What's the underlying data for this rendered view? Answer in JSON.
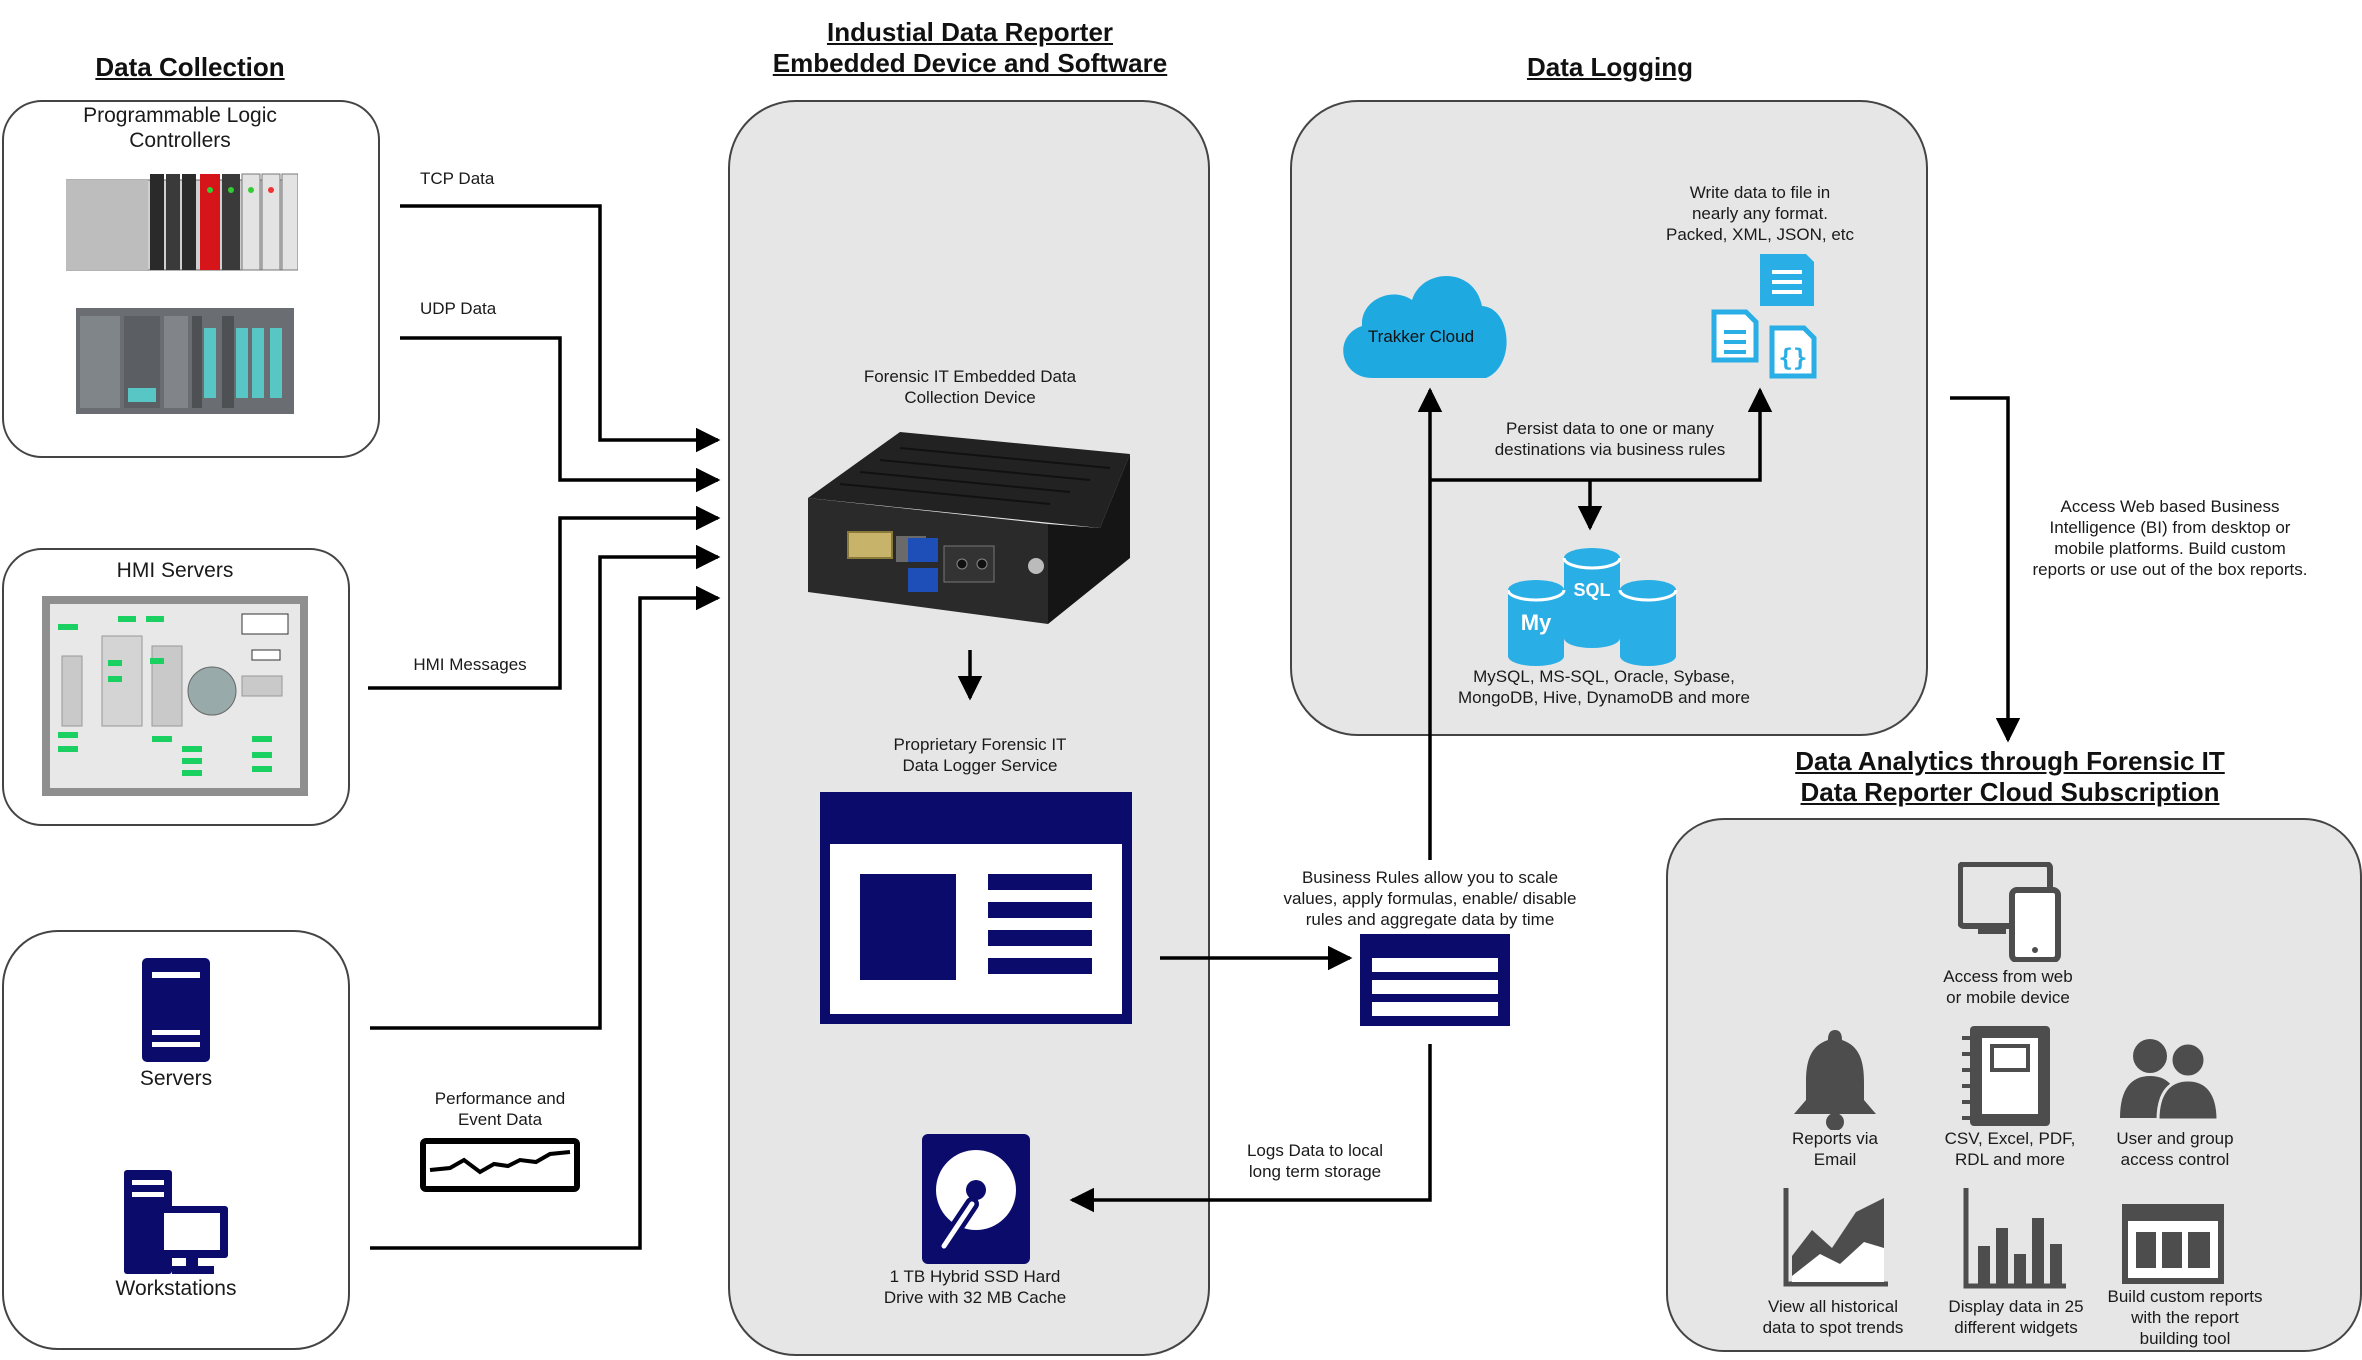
{
  "titles": {
    "data_collection": "Data Collection",
    "reporter": "Industial Data Reporter\nEmbedded Device and Software",
    "data_logging": "Data Logging",
    "analytics": "Data Analytics through Forensic IT\nData Reporter Cloud Subscription"
  },
  "collection": {
    "plc_label": "Programmable Logic\nControllers",
    "hmi_label": "HMI Servers",
    "servers_label": "Servers",
    "workstations_label": "Workstations"
  },
  "edges": {
    "tcp": "TCP Data",
    "udp": "UDP Data",
    "hmi_messages": "HMI Messages",
    "performance": "Performance and\nEvent Data",
    "business_rules": "Business Rules allow you to scale\nvalues, apply formulas, enable/ disable\nrules and aggregate data by time",
    "logs_local": "Logs Data to local\nlong term storage",
    "access_bi": "Access Web based Business\nIntelligence (BI) from desktop or\nmobile platforms. Build custom\nreports or use out of the box reports."
  },
  "reporter": {
    "device_label": "Forensic IT Embedded Data\nCollection Device",
    "service_label": "Proprietary Forensic IT\nData Logger Service",
    "drive_label": "1 TB Hybrid SSD Hard\nDrive with 32 MB Cache"
  },
  "logging": {
    "cloud_label": "Trakker Cloud",
    "file_label": "Write data to file in\nnearly any format.\nPacked, XML, JSON, etc",
    "persist_label": "Persist data to one or many\ndestinations via business rules",
    "db_label": "MySQL, MS-SQL, Oracle, Sybase,\nMongoDB, Hive, DynamoDB and more",
    "sql_text": "SQL",
    "my_text": "My"
  },
  "analytics": {
    "access": "Access from web\nor mobile device",
    "email": "Reports via\nEmail",
    "formats": "CSV, Excel, PDF,\nRDL and more",
    "users": "User and group\naccess control",
    "historical": "View all historical\ndata to spot trends",
    "widgets": "Display data in 25\ndifferent widgets",
    "builder": "Build custom reports\nwith the report\nbuilding tool"
  },
  "colors": {
    "navy": "#0b0b6b",
    "cyan": "#29aee6",
    "cloud": "#1fa9e1",
    "panel_gray": "#e6e6e6",
    "icon_gray": "#4d4d4d"
  },
  "icons": [
    "plc-rack-icon",
    "hmi-screen-icon",
    "server-tower-icon",
    "workstation-icon",
    "waveform-icon",
    "embedded-device-icon",
    "logger-window-icon",
    "hard-drive-icon",
    "rules-list-icon",
    "cloud-icon",
    "document-icon",
    "database-icon",
    "devices-icon",
    "bell-icon",
    "notebook-icon",
    "users-icon",
    "area-chart-icon",
    "bar-chart-icon",
    "report-builder-icon"
  ]
}
